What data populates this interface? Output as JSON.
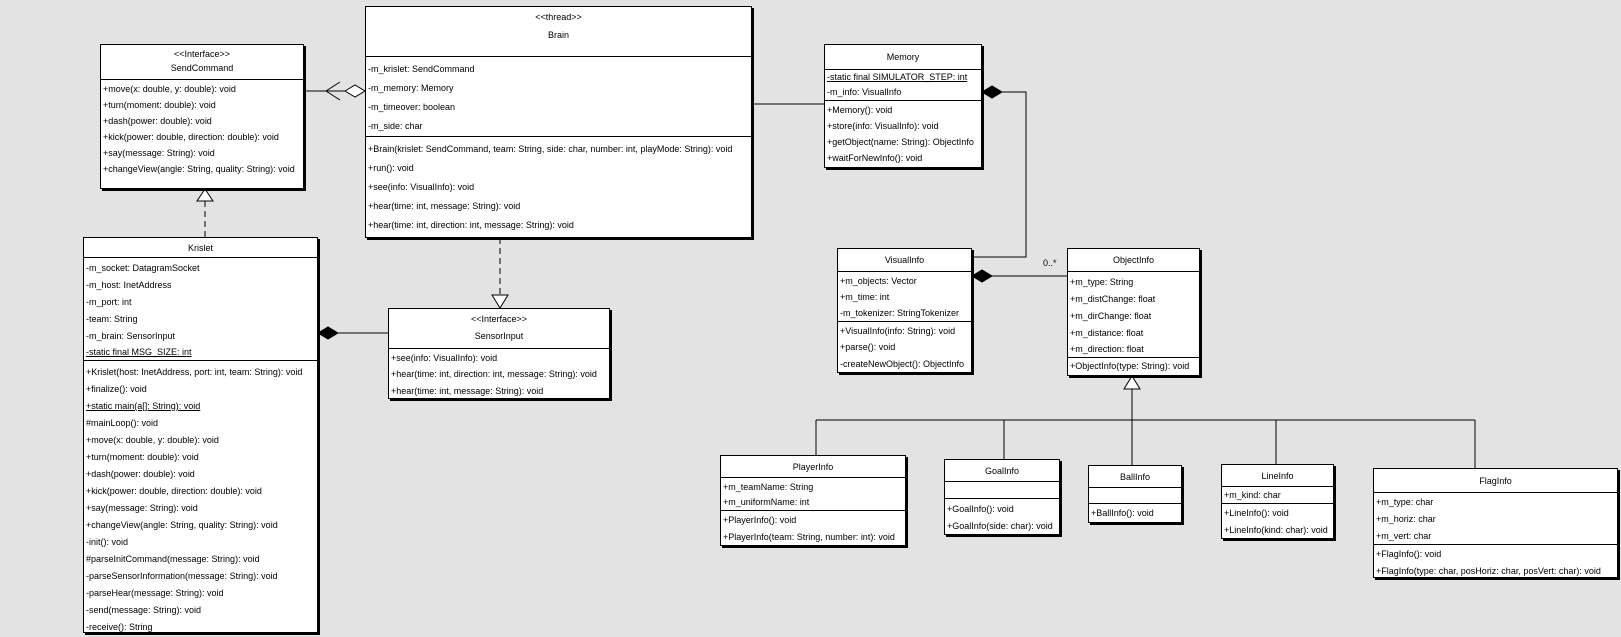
{
  "classes": {
    "send_command": {
      "stereotype": "<<Interface>>",
      "name": "SendCommand",
      "attributes": [],
      "operations": [
        "+move(x: double, y: double): void",
        "+turn(moment: double): void",
        "+dash(power: double): void",
        "+kick(power: double, direction: double): void",
        "+say(message: String): void",
        "+changeView(angle: String, quality: String): void"
      ]
    },
    "brain": {
      "stereotype": "<<thread>>",
      "name": "Brain",
      "attributes": [
        "-m_krislet: SendCommand",
        "-m_memory: Memory",
        "-m_timeover: boolean",
        "-m_side: char"
      ],
      "operations": [
        "+Brain(krislet: SendCommand, team: String, side: char, number: int, playMode: String): void",
        "+run(): void",
        "+see(info: VisualInfo): void",
        "+hear(time: int, message: String): void",
        "+hear(time: int, direction: int, message: String): void"
      ]
    },
    "memory": {
      "name": "Memory",
      "attributes": [
        "-static final SIMULATOR_STEP: int",
        "-m_info: VisualInfo"
      ],
      "operations": [
        "+Memory(): void",
        "+store(info: VisualInfo): void",
        "+getObject(name: String): ObjectInfo",
        "+waitForNewInfo(): void"
      ]
    },
    "krislet": {
      "name": "Krislet",
      "attributes": [
        "-m_socket: DatagramSocket",
        "-m_host: InetAddress",
        "-m_port: int",
        "-team: String",
        "-m_brain: SensorInput",
        "-static final MSG_SIZE: int"
      ],
      "operations": [
        "+Krislet(host: InetAddress, port: int, team: String): void",
        "+finalize(): void",
        "+static main(a[]: String): void",
        "#mainLoop(): void",
        "+move(x: double, y: double): void",
        "+turn(moment: double): void",
        "+dash(power: double): void",
        "+kick(power: double, direction: double): void",
        "+say(message: String): void",
        "+changeView(angle: String, quality: String): void",
        "-init(): void",
        "#parseInitCommand(message: String): void",
        "-parseSensorInformation(message: String): void",
        "-parseHear(message: String): void",
        "-send(message: String): void",
        "-receive(): String"
      ]
    },
    "sensor_input": {
      "stereotype": "<<Interface>>",
      "name": "SensorInput",
      "attributes": [],
      "operations": [
        "+see(info: VisualInfo): void",
        "+hear(time: int, direction: int, message: String): void",
        "+hear(time: int, message: String): void"
      ]
    },
    "visual_info": {
      "name": "VisualInfo",
      "attributes": [
        "+m_objects: Vector",
        "+m_time: int",
        "-m_tokenizer: StringTokenizer"
      ],
      "operations": [
        "+VisualInfo(info: String): void",
        "+parse(): void",
        "-createNewObject(): ObjectInfo"
      ]
    },
    "object_info": {
      "name": "ObjectInfo",
      "attributes": [
        "+m_type: String",
        "+m_distChange: float",
        "+m_dirChange: float",
        "+m_distance: float",
        "+m_direction: float"
      ],
      "operations": [
        "+ObjectInfo(type: String): void"
      ]
    },
    "player_info": {
      "name": "PlayerInfo",
      "attributes": [
        "+m_teamName: String",
        "+m_uniformName: int"
      ],
      "operations": [
        "+PlayerInfo(): void",
        "+PlayerInfo(team: String, number: int): void"
      ]
    },
    "goal_info": {
      "name": "GoalInfo",
      "attributes": [],
      "operations": [
        "+GoalInfo(): void",
        "+GoalInfo(side: char): void"
      ]
    },
    "ball_info": {
      "name": "BallInfo",
      "attributes": [],
      "operations": [
        "+BallInfo(): void"
      ]
    },
    "line_info": {
      "name": "LineInfo",
      "attributes": [
        "+m_kind: char"
      ],
      "operations": [
        "+LineInfo(): void",
        "+LineInfo(kind: char): void"
      ]
    },
    "flag_info": {
      "name": "FlagInfo",
      "attributes": [
        "+m_type: char",
        "+m_horiz: char",
        "+m_vert: char"
      ],
      "operations": [
        "+FlagInfo(): void",
        "+FlagInfo(type: char, posHoriz: char, posVert: char): void"
      ]
    }
  },
  "multiplicity": {
    "objects": "0..*"
  }
}
